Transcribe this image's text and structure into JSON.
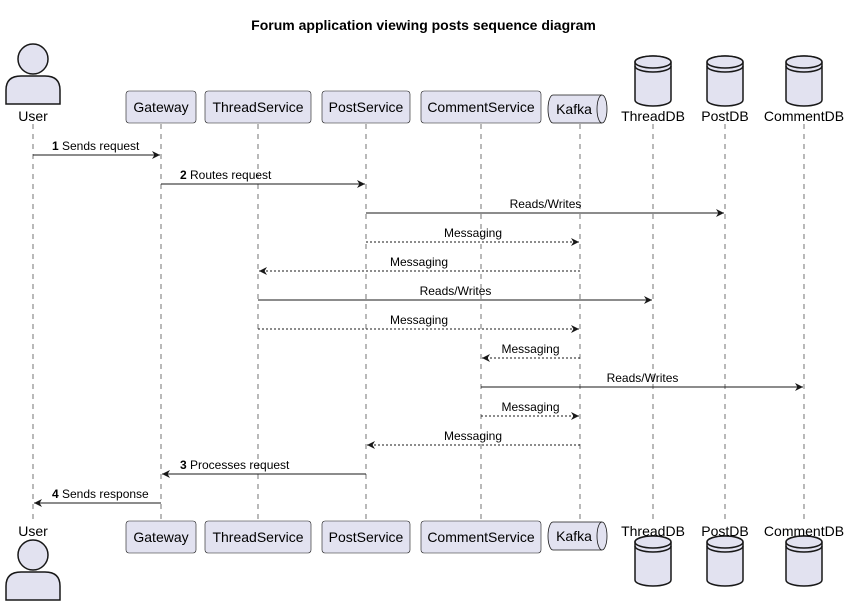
{
  "title": "Forum application viewing posts sequence diagram",
  "participants": [
    {
      "id": "user",
      "label": "User",
      "kind": "actor",
      "icon": "actor-icon"
    },
    {
      "id": "gateway",
      "label": "Gateway",
      "kind": "participant"
    },
    {
      "id": "thread-service",
      "label": "ThreadService",
      "kind": "participant"
    },
    {
      "id": "post-service",
      "label": "PostService",
      "kind": "participant"
    },
    {
      "id": "comment-service",
      "label": "CommentService",
      "kind": "participant"
    },
    {
      "id": "kafka",
      "label": "Kafka",
      "kind": "queue",
      "icon": "queue-icon"
    },
    {
      "id": "thread-db",
      "label": "ThreadDB",
      "kind": "database",
      "icon": "database-icon"
    },
    {
      "id": "post-db",
      "label": "PostDB",
      "kind": "database",
      "icon": "database-icon"
    },
    {
      "id": "comment-db",
      "label": "CommentDB",
      "kind": "database",
      "icon": "database-icon"
    }
  ],
  "messages": [
    {
      "from": "user",
      "to": "gateway",
      "num": "1",
      "label": "Sends request",
      "style": "solid"
    },
    {
      "from": "gateway",
      "to": "post-service",
      "num": "2",
      "label": "Routes request",
      "style": "solid"
    },
    {
      "from": "post-service",
      "to": "post-db",
      "num": "",
      "label": "Reads/Writes",
      "style": "solid"
    },
    {
      "from": "post-service",
      "to": "kafka",
      "num": "",
      "label": "Messaging",
      "style": "dashed"
    },
    {
      "from": "kafka",
      "to": "thread-service",
      "num": "",
      "label": "Messaging",
      "style": "dashed"
    },
    {
      "from": "thread-service",
      "to": "thread-db",
      "num": "",
      "label": "Reads/Writes",
      "style": "solid"
    },
    {
      "from": "thread-service",
      "to": "kafka",
      "num": "",
      "label": "Messaging",
      "style": "dashed"
    },
    {
      "from": "kafka",
      "to": "comment-service",
      "num": "",
      "label": "Messaging",
      "style": "dashed"
    },
    {
      "from": "comment-service",
      "to": "comment-db",
      "num": "",
      "label": "Reads/Writes",
      "style": "solid"
    },
    {
      "from": "comment-service",
      "to": "kafka",
      "num": "",
      "label": "Messaging",
      "style": "dashed"
    },
    {
      "from": "kafka",
      "to": "post-service",
      "num": "",
      "label": "Messaging",
      "style": "dashed"
    },
    {
      "from": "post-service",
      "to": "gateway",
      "num": "3",
      "label": "Processes request",
      "style": "solid"
    },
    {
      "from": "gateway",
      "to": "user",
      "num": "4",
      "label": "Sends response",
      "style": "solid"
    }
  ],
  "colors": {
    "participant_fill": "#e2e2f0",
    "stroke": "#181818",
    "arrow": "#181818",
    "background": "#ffffff"
  }
}
